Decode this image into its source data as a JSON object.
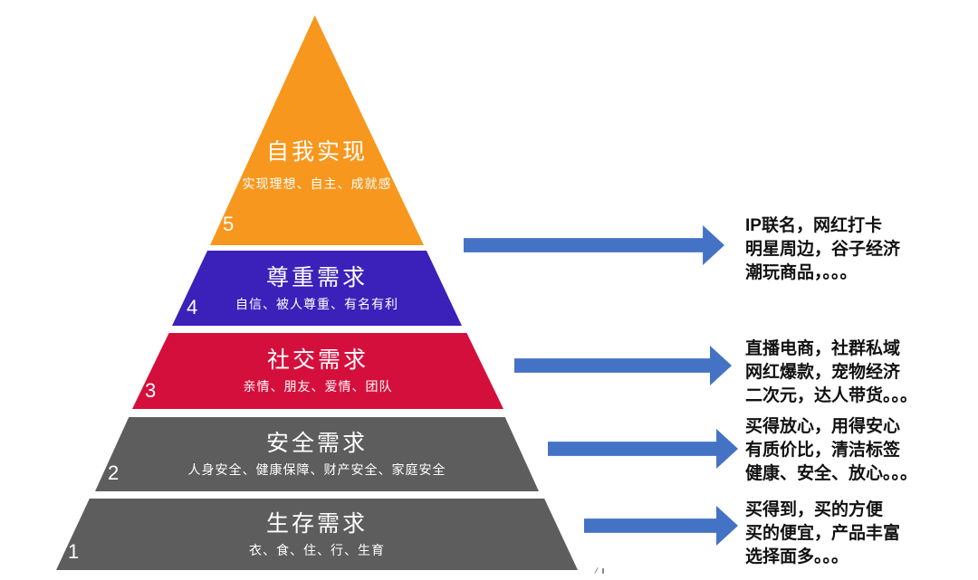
{
  "pyramid": {
    "levels": [
      {
        "number": "5",
        "title": "自我实现",
        "subtitle": "实现理想、自主、成就感",
        "color": "#F8971D"
      },
      {
        "number": "4",
        "title": "尊重需求",
        "subtitle": "自信、被人尊重、有名有利",
        "color": "#3B21BA"
      },
      {
        "number": "3",
        "title": "社交需求",
        "subtitle": "亲情、朋友、爱情、团队",
        "color": "#D50F3B"
      },
      {
        "number": "2",
        "title": "安全需求",
        "subtitle": "人身安全、健康保障、财产安全、家庭安全",
        "color": "#5E5D5D"
      },
      {
        "number": "1",
        "title": "生存需求",
        "subtitle": "衣、食、住、行、生育",
        "color": "#5E5D5D"
      }
    ]
  },
  "annotations": [
    {
      "lines": [
        "IP联名，网红打卡",
        "明星周边，谷子经济",
        "潮玩商品，。。。"
      ]
    },
    {
      "lines": [
        "直播电商，社群私域",
        "网红爆款，宠物经济",
        "二次元，达人带货。。。"
      ]
    },
    {
      "lines": [
        "买得放心，用得安心",
        "有质价比，清洁标签",
        "健康、安全、放心。。。"
      ]
    },
    {
      "lines": [
        "买得到，买的方便",
        "买的便宜，产品丰富",
        "选择面多。。。"
      ]
    }
  ],
  "colors": {
    "arrow": "#4472C4"
  }
}
